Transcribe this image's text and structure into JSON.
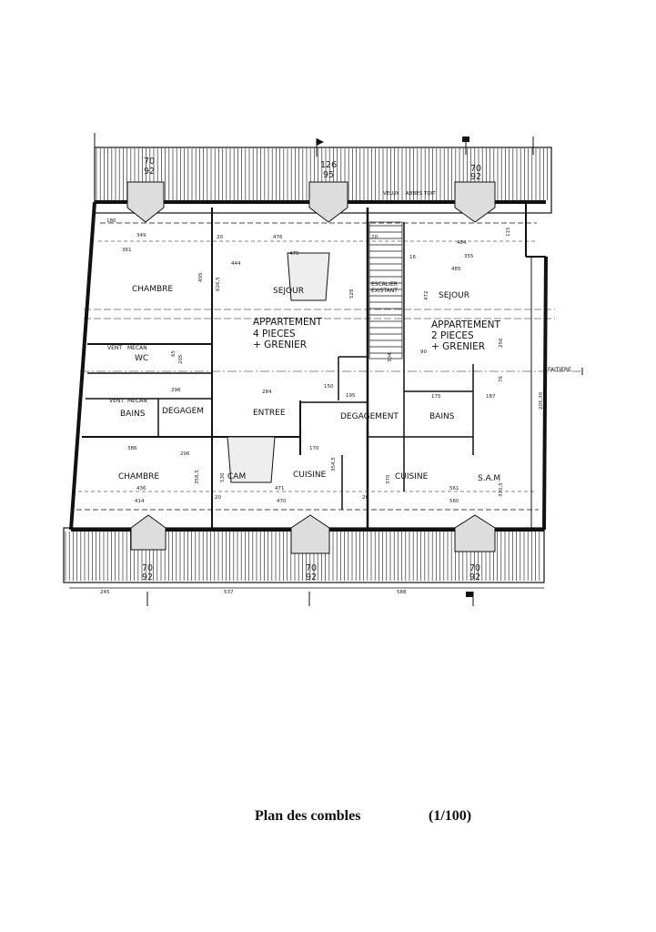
{
  "caption": {
    "title": "Plan des combles",
    "scale": "(1/100)"
  },
  "rooms": {
    "chambre_nw": "CHAMBRE",
    "sejour_left": "SEJOUR",
    "sejour_right": "SEJOUR",
    "escalier_1": "ESCALIER",
    "escalier_2": "EXISTANT",
    "wc": "WC",
    "vent_1": "VENT",
    "mecan_1": "MECAN",
    "vent_2": "VENT",
    "mecan_2": "MECAN",
    "bains_left": "BAINS",
    "degagem": "DEGAGEM",
    "entree": "ENTREE",
    "degagement": "DEGAGEMENT",
    "bains_right": "BAINS",
    "chambre_sw": "CHAMBRE",
    "cam": "CAM",
    "cuisine_left": "CUISINE",
    "cuisine_right": "CUISINE",
    "sam": "S.A.M",
    "faitiere": "FAITIERE",
    "velux": "VELUX",
    "abbes": "ABBES",
    "toit": "TOIT"
  },
  "apartments": {
    "left": {
      "line1": "APPARTEMENT",
      "line2": "4  PIECES",
      "line3": "+ GRENIER"
    },
    "right": {
      "line1": "APPARTEMENT",
      "line2": "2 PIECES",
      "line3": "+ GRENIER"
    }
  },
  "dims": {
    "t70a": "70",
    "t92a": "92",
    "t126": "126",
    "t95": "95",
    "t70b": "70",
    "t92b": "92",
    "b70a": "70",
    "b92a": "92",
    "b70b": "70",
    "b92b": "92",
    "b70c": "70",
    "b92c": "92",
    "d349": "349",
    "d361": "361",
    "d476": "476",
    "d475": "475",
    "d484": "484",
    "d485": "485",
    "d355": "355",
    "d6265": "626,5",
    "d528": "528",
    "d472": "472",
    "d256": "256",
    "d495": "495",
    "d444": "444",
    "d90": "90",
    "d304": "304",
    "d195": "195",
    "d150": "150",
    "d284": "284",
    "d180": "180",
    "d386": "386",
    "d436": "436",
    "d414": "414",
    "d470": "470",
    "d471": "471",
    "d560": "560",
    "d561": "561",
    "d370": "370",
    "d3705": "370,5",
    "d3585": "358,5",
    "d3545": "354,5",
    "d5305": "530",
    "d245": "245",
    "d537": "537",
    "d588": "588",
    "d115": "115",
    "d2053": "205,30",
    "d175": "175",
    "d187": "187",
    "d76": "76",
    "d20a": "20",
    "d20b": "20",
    "d20c": "20",
    "d20d": "20",
    "d170": "170",
    "d205": "205",
    "d296": "296",
    "d206": "206",
    "d65": "65",
    "d16": "16"
  }
}
